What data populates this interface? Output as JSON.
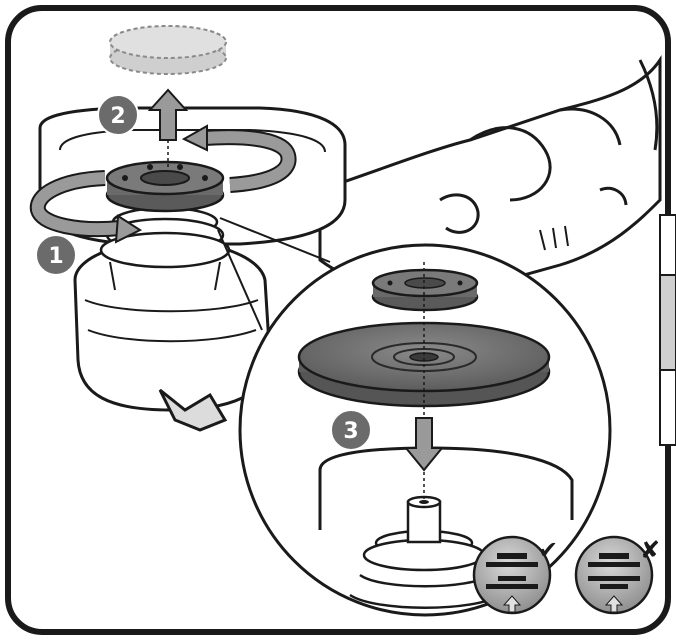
{
  "steps": [
    {
      "number": "1",
      "action": "rotate-spindle-lock"
    },
    {
      "number": "2",
      "action": "remove-clamping-nut"
    },
    {
      "number": "3",
      "action": "mount-disc-on-spindle"
    }
  ],
  "indicators": {
    "correct": {
      "mark": "✔",
      "icon": "flange-correct-orientation-icon"
    },
    "incorrect": {
      "mark": "✘",
      "icon": "flange-wrong-orientation-icon"
    }
  },
  "colors": {
    "outline": "#1a1a1a",
    "badge_fill": "#6b6b6b",
    "arrow_fill": "#9a9a9a",
    "disc_fill": "#6e6e6e",
    "flange_fill": "#5a5a5a",
    "light_fill": "#e6e6e6",
    "side_tab": "#cfcfcf"
  }
}
